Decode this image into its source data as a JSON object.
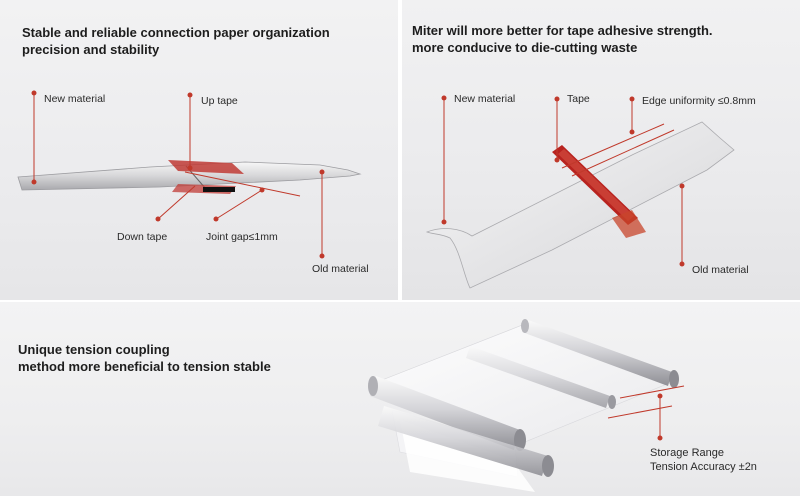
{
  "colors": {
    "accent": "#c0392b",
    "tape": "#b8231f",
    "background": "#ededee"
  },
  "panel1": {
    "heading_line1": "Stable and reliable connection paper organization",
    "heading_line2": "precision and stability",
    "labels": {
      "new_material": "New material",
      "up_tape": "Up tape",
      "down_tape": "Down tape",
      "joint_gap": "Joint gap≤1mm",
      "old_material": "Old material"
    }
  },
  "panel2": {
    "heading_line1": "Miter  will more better for tape adhesive strength.",
    "heading_line2": "more conducive to die-cutting waste",
    "labels": {
      "new_material": "New material",
      "tape": "Tape",
      "edge_uniformity": "Edge uniformity ≤0.8mm",
      "old_material": "Old material"
    }
  },
  "panel3": {
    "heading_line1": "Unique tension coupling",
    "heading_line2": "method more beneficial to tension stable",
    "labels": {
      "storage_range": "Storage Range",
      "tension_accuracy": "Tension Accuracy ±2n"
    }
  }
}
